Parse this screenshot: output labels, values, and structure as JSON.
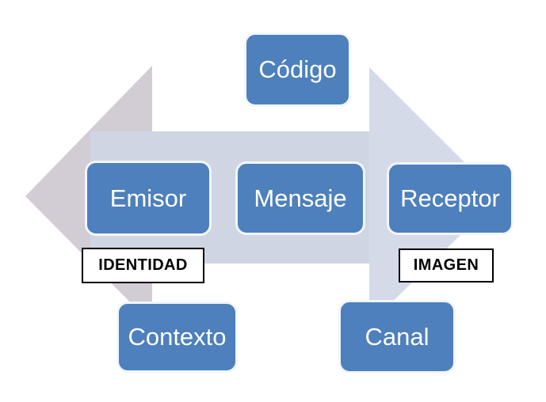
{
  "diagram": {
    "description": "Communication model double-arrow diagram"
  },
  "colors": {
    "box_fill": "#4d80bc",
    "box_border": "#f2f6fb",
    "box_text": "#ffffff",
    "arrow_body": "#cfd5e3",
    "left_arrowhead": "#d2ccd4",
    "right_arrowhead": "#d4dae8",
    "tag_bg": "#ffffff",
    "tag_border": "#000000",
    "tag_text": "#000000"
  },
  "boxes": [
    {
      "id": "codigo",
      "label": "Código"
    },
    {
      "id": "emisor",
      "label": "Emisor"
    },
    {
      "id": "mensaje",
      "label": "Mensaje"
    },
    {
      "id": "receptor",
      "label": "Receptor"
    },
    {
      "id": "contexto",
      "label": "Contexto"
    },
    {
      "id": "canal",
      "label": "Canal"
    }
  ],
  "tags": [
    {
      "id": "identidad",
      "label": "IDENTIDAD"
    },
    {
      "id": "imagen",
      "label": "IMAGEN"
    }
  ]
}
